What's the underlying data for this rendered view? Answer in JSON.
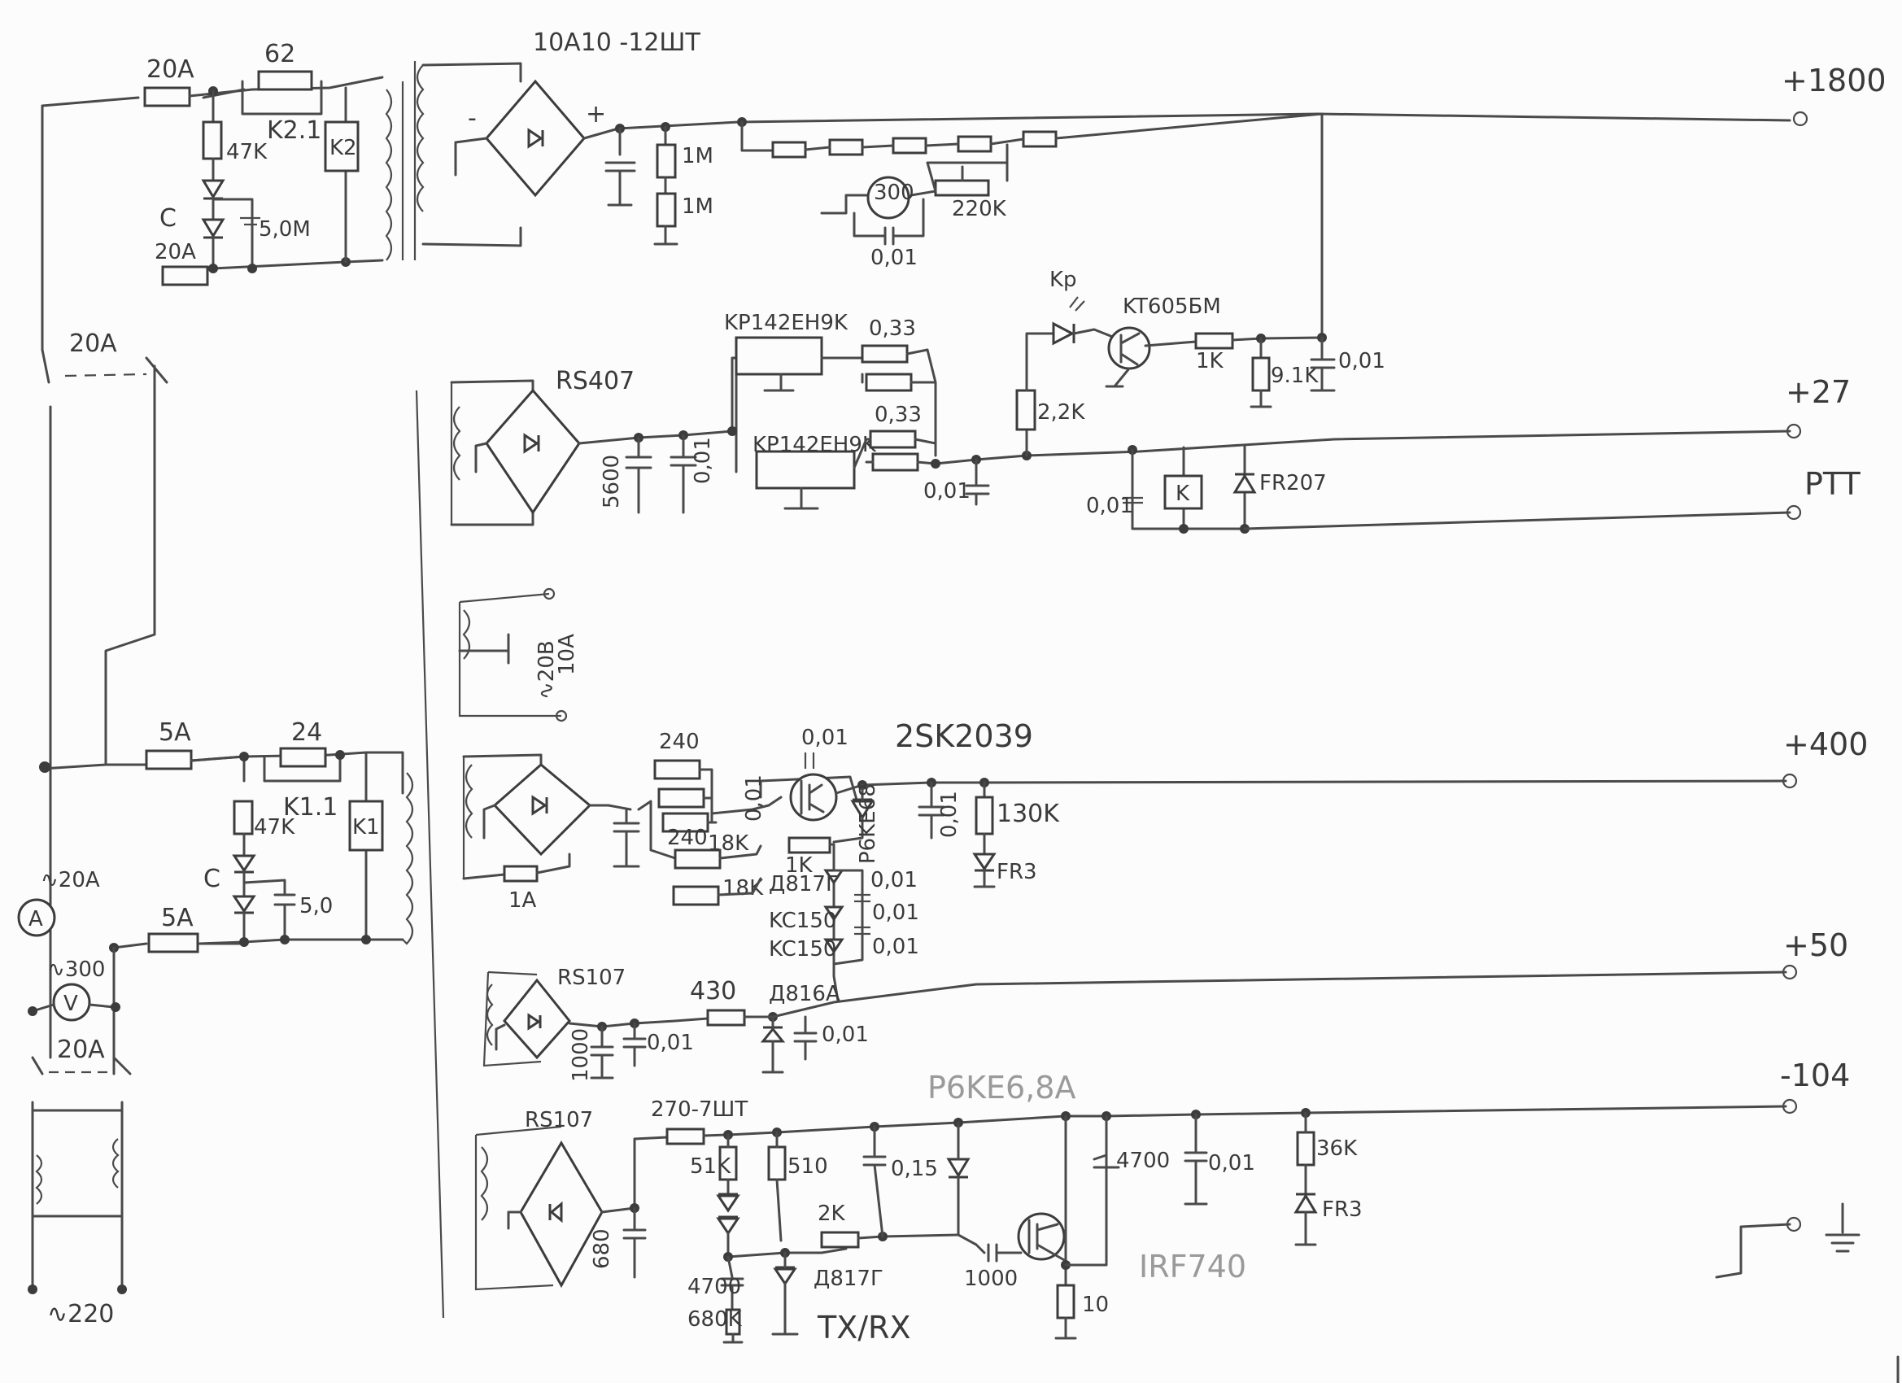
{
  "schematic": {
    "labels": {
      "r_20a_top": "20A",
      "coil_62": "62",
      "k21": "K2.1",
      "k2": "K2",
      "r_47k_top": "47K",
      "c_top": "C",
      "cap_50m": "5,0M",
      "r_20a_lower": "20A",
      "sw_20a_top": "20A",
      "transformer_top": "10A10 -12ШТ",
      "plus_top": "+",
      "minus_top": "-",
      "r_1m_a": "1M",
      "r_1m_b": "1M",
      "meter_300": "300",
      "pot_220k": "220K",
      "cap_001_top": "0,01",
      "out_1800": "+1800",
      "kp_diode": "Kp",
      "kt605": "KT605БМ",
      "r_1k_kt": "1K",
      "r_91k": "9.1K",
      "cap_001_kt": "0,01",
      "r_22k": "2,2K",
      "rs407": "RS407",
      "kp142_a": "KP142EH9K",
      "r_033_a": "0,33",
      "kp142_b": "KP142EH9K",
      "r_033_b": "0,33",
      "cap_5600": "5600",
      "cap_001_27": "0,01",
      "cap_001_27b": "0,01",
      "out_27": "+27",
      "cap_001_k": "0,01",
      "relay_k": "K",
      "fr207": "FR207",
      "out_ptt": "PTT",
      "w208": "∿20В",
      "w208_curr": "10A",
      "r_240_a": "240",
      "cap_001_2sk": "0,01",
      "transistor_2sk": "2SK2039",
      "r_240_b": "240",
      "r_18k_a": "18K",
      "r_18k_b": "18K",
      "r_1k_mid": "1K",
      "a817g_mid": "Д817Г",
      "cap_001_mid1": "0,01",
      "cap_001_mid2": "0,01",
      "cap_001_mid3": "0,01",
      "kc150_a": "KC150",
      "kc150_b": "KC150",
      "p6ke68": "P6KE68",
      "r_130k": "130K",
      "fr3_a": "FR3",
      "fuse_1a": "1A",
      "cap_001_400": "0,01",
      "out_400": "+400",
      "rs107_a": "RS107",
      "r_430": "430",
      "a816a": "Д816А",
      "cap_1000": "1000",
      "cap_001_50": "0,01",
      "cap_001_50b": "0,01",
      "out_50": "+50",
      "rs107_b": "RS107",
      "r_270": "270-7ШТ",
      "p6ke68a": "P6KE6,8A",
      "out_104": "-104",
      "r_51k": "51K",
      "r_510": "510",
      "cap_015": "0,15",
      "cap_4700_b": "4700",
      "cap_001_neg": "0,01",
      "r_36k": "36K",
      "fr3_b": "FR3",
      "r_2k": "2K",
      "a817g_bot": "Д817Г",
      "cap_4700_a": "4700",
      "r_680k": "680K",
      "txrx": "TX/RX",
      "cap_680": "680",
      "cap_1000_b": "1000",
      "r_10": "10",
      "irf740": "IRF740",
      "r_5a_a": "5A",
      "coil_24": "24",
      "k11": "K1.1",
      "r_47k_bot": "47K",
      "k1": "K1",
      "c_bot": "C",
      "cap_50": "5,0",
      "r_5a_b": "5A",
      "ammeter_lbl": "∿20A",
      "ammeter": "A",
      "voltmeter_lbl": "∿300",
      "voltmeter": "V",
      "sw_20a_bot": "20A",
      "mains": "∿220"
    },
    "colors": {
      "ink": "#4a4a4a",
      "faint_ink": "#9a9a9a",
      "paper": "#fcfcfc"
    }
  }
}
